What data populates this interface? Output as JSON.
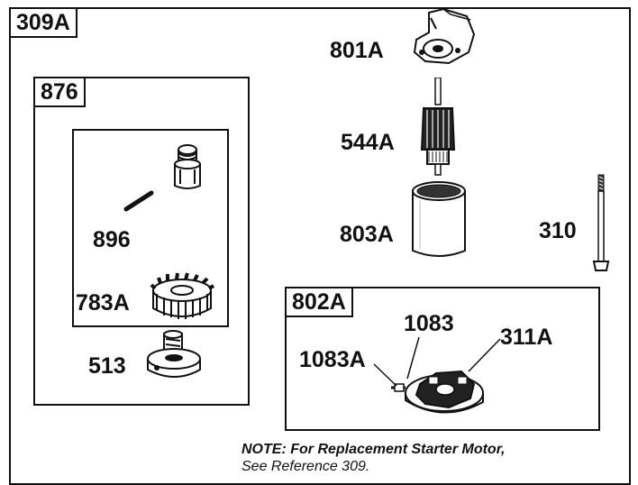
{
  "assembly": {
    "ref": "309A"
  },
  "kit_876": {
    "ref": "876"
  },
  "kit_802A": {
    "ref": "802A"
  },
  "labels": {
    "p801A": "801A",
    "p544A": "544A",
    "p803A": "803A",
    "p310": "310",
    "p896": "896",
    "p783A": "783A",
    "p513": "513",
    "p1083": "1083",
    "p1083A": "1083A",
    "p311A": "311A"
  },
  "note": {
    "line1": "NOTE: For Replacement Starter Motor,",
    "line2": "See Reference 309."
  }
}
